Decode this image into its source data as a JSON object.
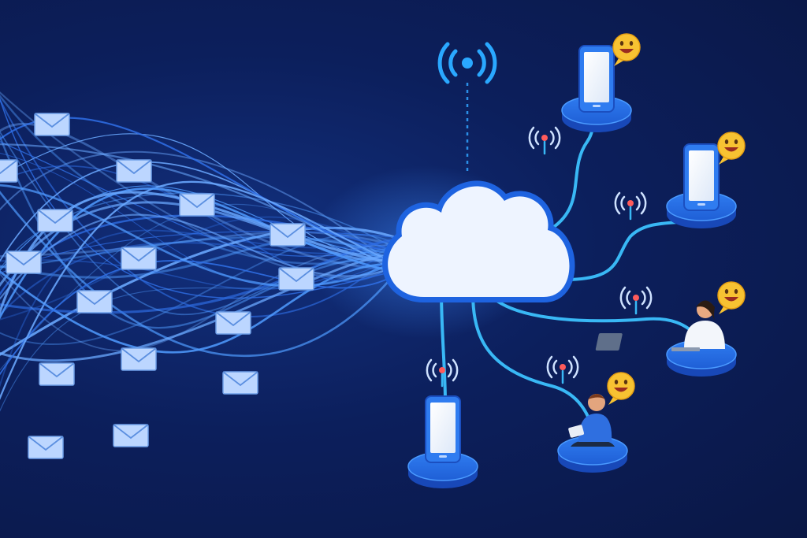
{
  "scene": {
    "background": "#0c1f5c",
    "accent": "#2f8cff",
    "cable": "#39b8f5",
    "envelope": "#bcd6ff",
    "cloud": "#eef4ff",
    "emoji": "#f7c232"
  },
  "icons": {
    "broadcast": "wifi-broadcast-icon",
    "cloud": "cloud-icon",
    "envelope": "envelope-icon",
    "smartphone": "smartphone-icon",
    "emoji": "smiling-emoji-icon",
    "signal": "signal-tower-icon",
    "person": "person-with-device-icon"
  },
  "nodes": [
    {
      "kind": "smartphone",
      "emoji": true
    },
    {
      "kind": "smartphone",
      "emoji": true
    },
    {
      "kind": "person-laptop",
      "emoji": true
    },
    {
      "kind": "person-tablet",
      "emoji": true
    },
    {
      "kind": "smartphone",
      "emoji": false
    }
  ]
}
